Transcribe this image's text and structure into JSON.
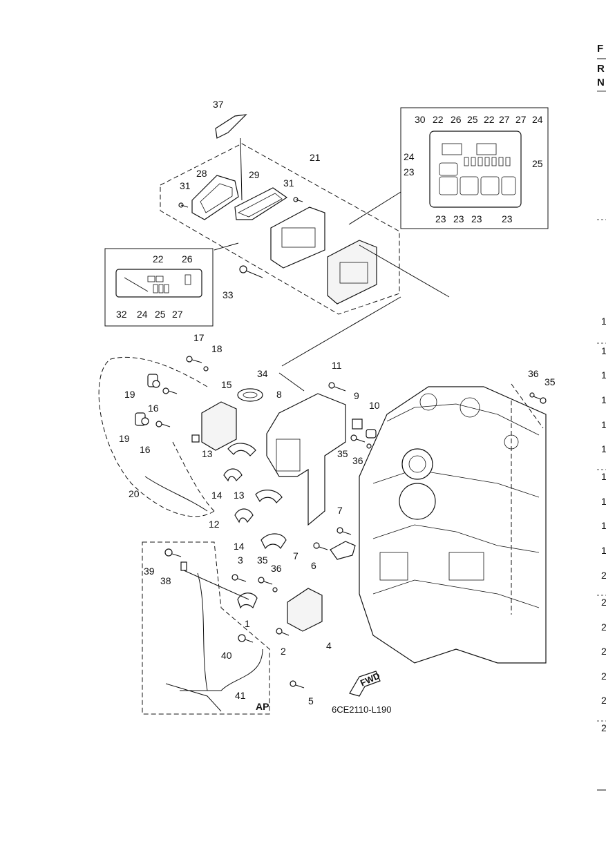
{
  "diagram": {
    "code": "6CE2110-L190",
    "fwd_label": "FWD",
    "ap_label": "AP",
    "callouts": {
      "c1": "1",
      "c2": "2",
      "c3": "3",
      "c4": "4",
      "c5": "5",
      "c6": "6",
      "c7a": "7",
      "c7b": "7",
      "c8": "8",
      "c9": "9",
      "c10": "10",
      "c11": "11",
      "c12": "12",
      "c13a": "13",
      "c13b": "13",
      "c14a": "14",
      "c14b": "14",
      "c15": "15",
      "c16a": "16",
      "c16b": "16",
      "c17": "17",
      "c18": "18",
      "c19a": "19",
      "c19b": "19",
      "c20": "20",
      "c21": "21",
      "c28": "28",
      "c29": "29",
      "c31a": "31",
      "c31b": "31",
      "c33": "33",
      "c34": "34",
      "c35a": "35",
      "c35b": "35",
      "c35c": "35",
      "c36a": "36",
      "c36b": "36",
      "c36c": "36",
      "c37": "37",
      "c38": "38",
      "c39": "39",
      "c40": "40",
      "c41": "41"
    },
    "inset_left": {
      "top": [
        "22",
        "26"
      ],
      "bottom": [
        "32",
        "24",
        "25",
        "27"
      ]
    },
    "inset_right": {
      "top": [
        "30",
        "22",
        "26",
        "25",
        "22",
        "27",
        "27",
        "24"
      ],
      "left_24": "24",
      "left_23": "23",
      "right_25": "25",
      "bottom": [
        "23",
        "23",
        "23",
        "23"
      ]
    }
  },
  "right_edge": {
    "letters": [
      "F",
      "R",
      "N"
    ],
    "numbers": [
      "1",
      "1",
      "1",
      "1",
      "1",
      "1",
      "1",
      "1",
      "1",
      "1",
      "2",
      "2",
      "2",
      "2",
      "2",
      "2",
      "2"
    ]
  }
}
